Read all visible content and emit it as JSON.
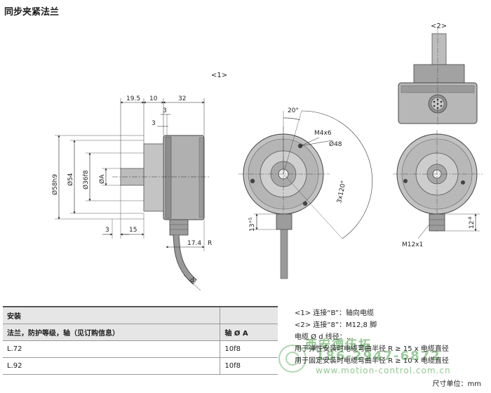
{
  "title": "同步夹紧法兰",
  "views": {
    "view1_tag": "<1>",
    "view2_tag": "<2>"
  },
  "dims": {
    "d19_5": "19.5",
    "d10": "10",
    "d32": "32",
    "d3a": "3",
    "d3b": "3",
    "d58": "Ø58h9",
    "d54": "Ø54",
    "d36": "Ø36f8",
    "dA": "ØA",
    "d3c": "3",
    "d15": "15",
    "d17_4": "17.4",
    "R": "R",
    "d": "d",
    "ang20": "20°",
    "m4x6": "M4x6",
    "d48": "Ø48",
    "ang120": "3x120°",
    "d13": "13",
    "d13tol": "+5",
    "d12": "12",
    "d12tol": "-8",
    "m12": "M12x1"
  },
  "table": {
    "header": [
      "安装",
      ""
    ],
    "subheader": [
      "法兰，防护等级，轴（见订购信息）",
      "轴 Ø A"
    ],
    "rows": [
      {
        "code": "L.72",
        "shaft": "10f8"
      },
      {
        "code": "L.92",
        "shaft": "10f8"
      }
    ]
  },
  "notes": [
    "<1> 连接“B”：轴向电缆",
    "<2> 连接“8”：M12,8 脚",
    "电缆 Ø d 线径：…",
    "用于弹性安装时电缆弯曲半径 R ≥ 15 x 电缆直径",
    "用于固定安装时电缆弯曲半径 R ≥ 10 x 电缆直径"
  ],
  "unit_label": "尺寸单位：mm",
  "watermark": {
    "name": "西安德伍拓",
    "phone": "186-2947-6872",
    "url": "www.motion-control.com.cn"
  },
  "colors": {
    "body_gray": "#a9a9a9",
    "dark_gray": "#6e6e6e",
    "header_bg": "#e6e6e6",
    "watermark": "#3a9a3a"
  }
}
